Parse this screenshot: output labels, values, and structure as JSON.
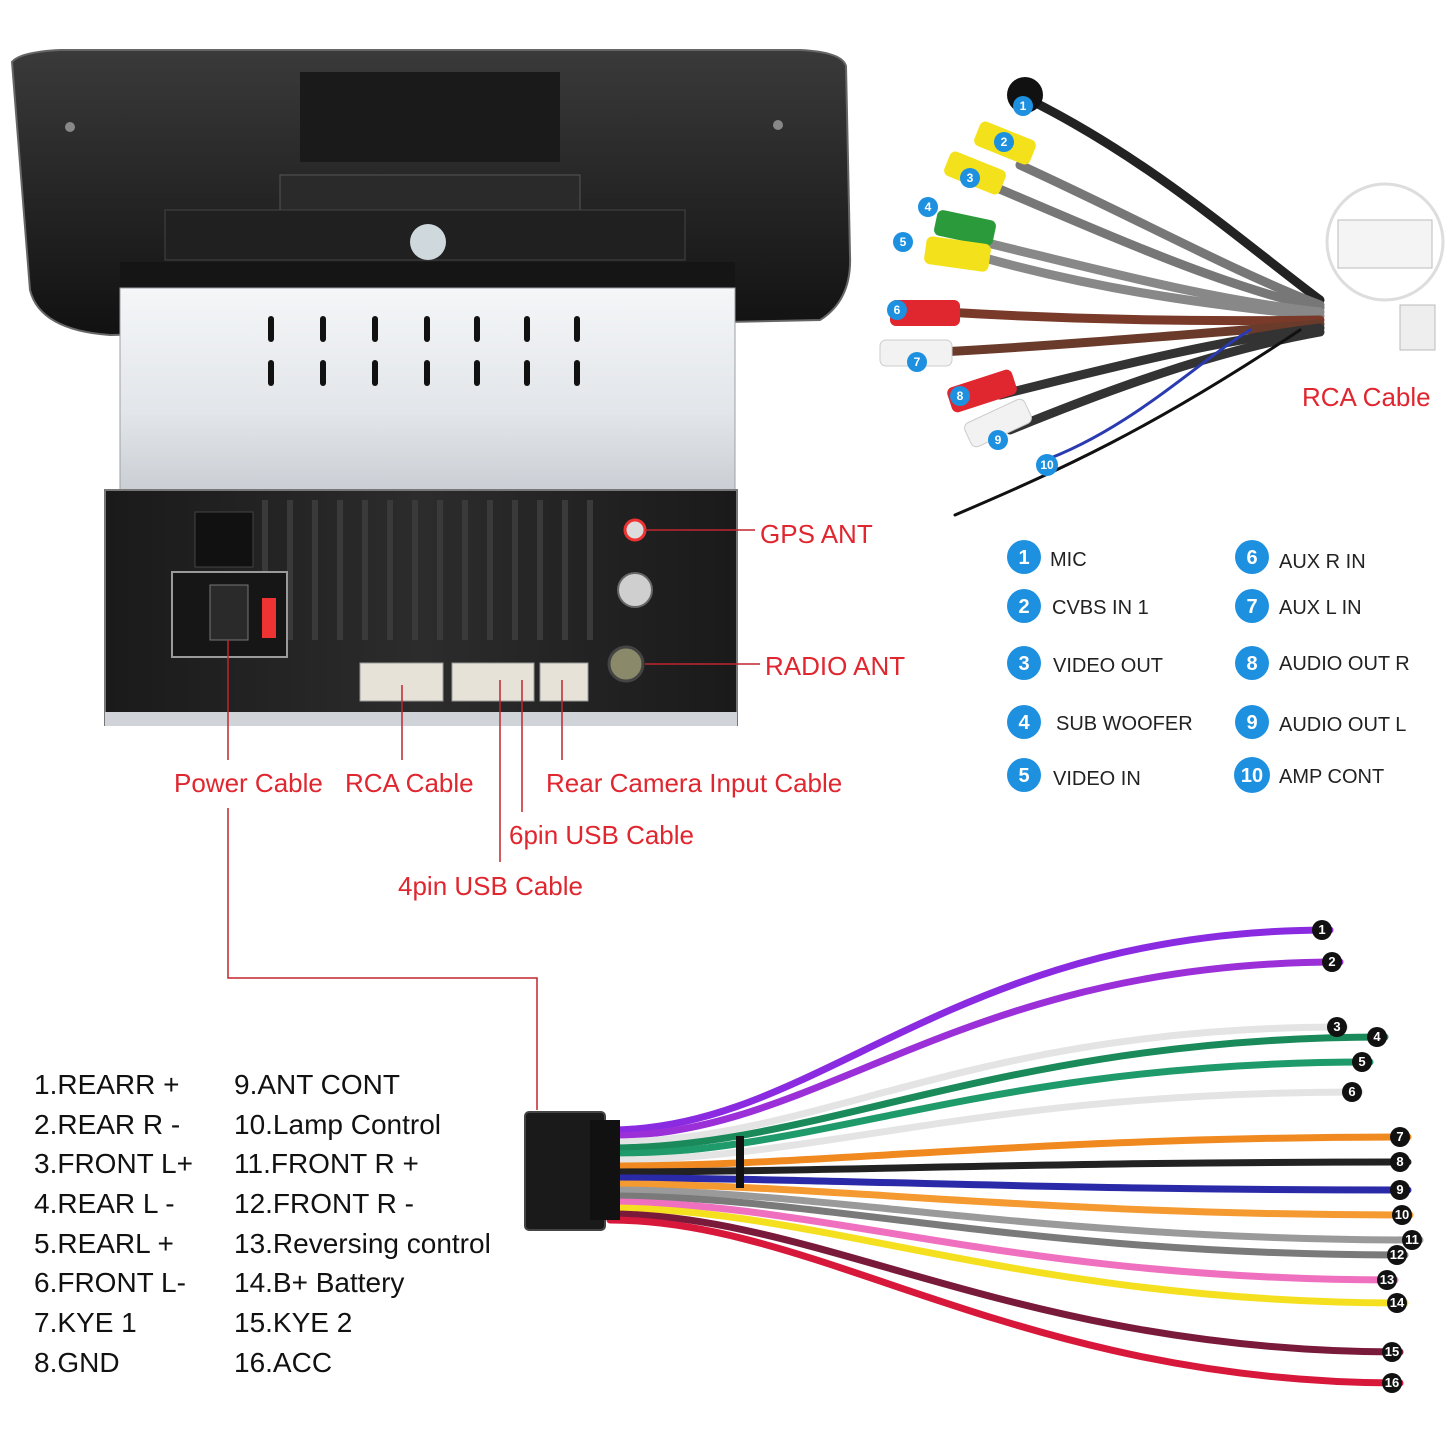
{
  "colors": {
    "callout": "#e0262f",
    "badge": "#1e90e0",
    "text": "#111111"
  },
  "callouts": {
    "gps_ant": "GPS ANT",
    "radio_ant": "RADIO ANT",
    "power_cable": "Power Cable",
    "rca_cable": "RCA Cable",
    "rear_camera": "Rear Camera Input Cable",
    "usb6": "6pin USB Cable",
    "usb4": "4pin USB Cable",
    "rca_harness": "RCA Cable"
  },
  "rca_legend": [
    {
      "num": "1",
      "label": "MIC"
    },
    {
      "num": "2",
      "label": "CVBS IN 1"
    },
    {
      "num": "3",
      "label": "VIDEO OUT"
    },
    {
      "num": "4",
      "label": "SUB WOOFER"
    },
    {
      "num": "5",
      "label": "VIDEO IN"
    },
    {
      "num": "6",
      "label": "AUX R IN"
    },
    {
      "num": "7",
      "label": "AUX L IN"
    },
    {
      "num": "8",
      "label": "AUDIO OUT R"
    },
    {
      "num": "9",
      "label": "AUDIO OUT L"
    },
    {
      "num": "10",
      "label": "AMP CONT"
    }
  ],
  "rca_plug_numbers": [
    "1",
    "2",
    "3",
    "4",
    "5",
    "6",
    "7",
    "8",
    "9",
    "10"
  ],
  "power_pins": [
    "1.REARR +",
    "2.REAR R -",
    "3.FRONT L+",
    "4.REAR L -",
    "5.REARL +",
    "6.FRONT L-",
    "7.KYE 1",
    "8.GND",
    "9.ANT CONT",
    "10.Lamp Control",
    "11.FRONT R +",
    "12.FRONT R -",
    "13.Reversing control",
    "14.B+ Battery",
    "15.KYE 2",
    "16.ACC"
  ],
  "wires": [
    {
      "num": "1",
      "color": "#8a2be2"
    },
    {
      "num": "2",
      "color": "#9b30d9"
    },
    {
      "num": "3",
      "color": "#e8e8e8"
    },
    {
      "num": "4",
      "color": "#1a8a5a"
    },
    {
      "num": "5",
      "color": "#1f9a6a"
    },
    {
      "num": "6",
      "color": "#f2f2f2"
    },
    {
      "num": "7",
      "color": "#f08a20"
    },
    {
      "num": "8",
      "color": "#222222"
    },
    {
      "num": "9",
      "color": "#2a2aa8"
    },
    {
      "num": "10",
      "color": "#f59a30"
    },
    {
      "num": "11",
      "color": "#9a9a9a"
    },
    {
      "num": "12",
      "color": "#7a7a7a"
    },
    {
      "num": "13",
      "color": "#f070c0"
    },
    {
      "num": "14",
      "color": "#f5e020"
    },
    {
      "num": "15",
      "color": "#7a1a3a"
    },
    {
      "num": "16",
      "color": "#d8183a"
    }
  ]
}
